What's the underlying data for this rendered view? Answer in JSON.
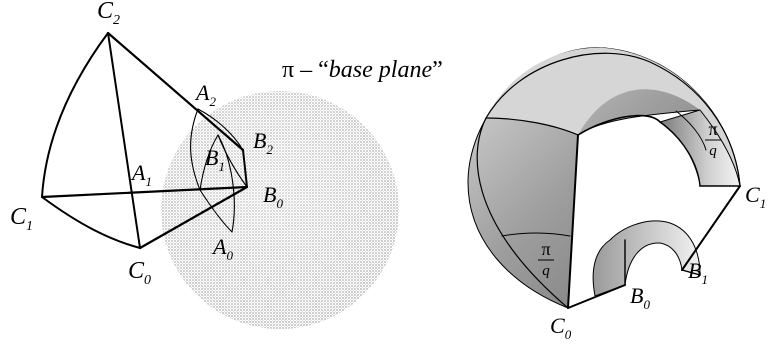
{
  "left_figure": {
    "plane_caption": {
      "prefix": "π – “",
      "italic": "base plane",
      "suffix": "”"
    },
    "vertices": [
      {
        "id": "C2",
        "letter": "C",
        "index": "2"
      },
      {
        "id": "C1",
        "letter": "C",
        "index": "1"
      },
      {
        "id": "C0",
        "letter": "C",
        "index": "0"
      },
      {
        "id": "A2",
        "letter": "A",
        "index": "2"
      },
      {
        "id": "A1",
        "letter": "A",
        "index": "1"
      },
      {
        "id": "A0",
        "letter": "A",
        "index": "0"
      },
      {
        "id": "B2",
        "letter": "B",
        "index": "2"
      },
      {
        "id": "B1",
        "letter": "B",
        "index": "1"
      },
      {
        "id": "B0",
        "letter": "B",
        "index": "0"
      }
    ],
    "sphere_color": "#bdbdbd"
  },
  "right_figure": {
    "vertices": [
      {
        "id": "C0",
        "letter": "C",
        "index": "0"
      },
      {
        "id": "C1",
        "letter": "C",
        "index": "1"
      },
      {
        "id": "B0",
        "letter": "B",
        "index": "0"
      },
      {
        "id": "B1",
        "letter": "B",
        "index": "1"
      }
    ],
    "angle_labels": [
      {
        "id": "angle-upper",
        "numerator": "π",
        "denominator": "q"
      },
      {
        "id": "angle-lower",
        "numerator": "π",
        "denominator": "q"
      }
    ]
  }
}
